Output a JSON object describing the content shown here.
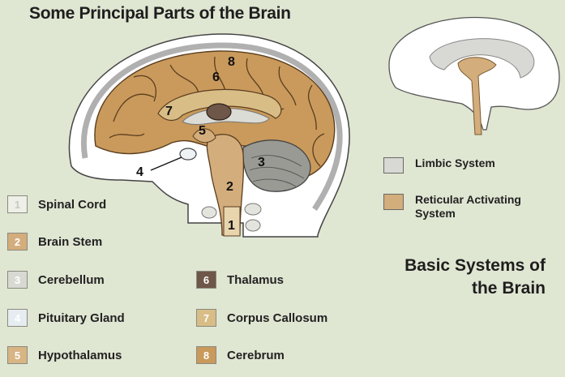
{
  "title": "Some Principal Parts  of the Brain",
  "diagram_numbers": {
    "n1": "1",
    "n2": "2",
    "n3": "3",
    "n4": "4",
    "n5": "5",
    "n6": "6",
    "n7": "7",
    "n8": "8"
  },
  "legend": {
    "spinal_cord": {
      "num": "1",
      "label": "Spinal Cord"
    },
    "brain_stem": {
      "num": "2",
      "label": "Brain Stem"
    },
    "cerebellum": {
      "num": "3",
      "label": "Cerebellum"
    },
    "pituitary": {
      "num": "4",
      "label": "Pituitary Gland"
    },
    "hypothalamus": {
      "num": "5",
      "label": "Hypothalamus"
    },
    "thalamus": {
      "num": "6",
      "label": "Thalamus"
    },
    "corpus_callosum": {
      "num": "7",
      "label": "Corpus Callosum"
    },
    "cerebrum": {
      "num": "8",
      "label": "Cerebrum"
    }
  },
  "systems": {
    "limbic": {
      "label": "Limbic System"
    },
    "reticular": {
      "label_line1": "Reticular Activating",
      "label_line2": "System"
    }
  },
  "systems_title_line1": "Basic Systems of",
  "systems_title_line2": "the Brain",
  "colors": {
    "cerebrum": "#c99a5b",
    "brain_stem": "#d3ad7c",
    "thalamus": "#6e5648",
    "limbic": "#d8d8d4",
    "background": "#dfe6d2"
  }
}
